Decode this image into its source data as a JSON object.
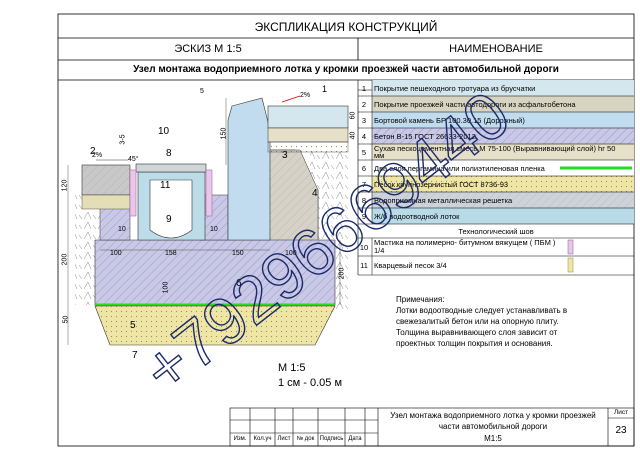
{
  "header": {
    "explication_title": "ЭКСПЛИКАЦИЯ КОНСТРУКЦИЙ",
    "sketch_title": "ЭСКИЗ М 1:5",
    "name_title": "НАИМЕНОВАНИЕ",
    "drawing_title": "Узел монтажа водоприемного лотка у кромки проезжей части автомобильной дороги"
  },
  "legend": [
    {
      "num": "1",
      "label": "Покрытие пешеходного тротуара из брусчатки",
      "color": "#cfe3ea"
    },
    {
      "num": "2",
      "label": "Покрытие проезжей части автодороги из асфальтобетона",
      "color": "#d9d3c0"
    },
    {
      "num": "3",
      "label": "Бортовой камень БР 100.30.15 (Дорожный)",
      "color": "#c9dff0"
    },
    {
      "num": "4",
      "label": "Бетон В-15 ГОСТ 26633-2012",
      "color": "#d2d6e3"
    },
    {
      "num": "5",
      "label": "Сухая пескоцементная смесь М 75-100 (Выравнивающий слой) hг 50 мм",
      "color": "#e8e3cf"
    },
    {
      "num": "6",
      "label": "Два слоя пергамина или полиэтиленовая пленка",
      "color": "#ffffff"
    },
    {
      "num": "7",
      "label": "Песок крупнозернистый ГОСТ 8736-93",
      "color": "#efe6a6"
    },
    {
      "num": "8",
      "label": "Водоприемная металлическая решетка",
      "color": "#cdd3d8"
    },
    {
      "num": "9",
      "label": "Ж/б водоотводной лоток",
      "color": "#b9dbe8"
    }
  ],
  "tech_title": "Технологический шов",
  "tech": [
    {
      "num": "10",
      "label": "Мастика на полимерно- битумном вяжущем ( ПБМ ) 1/4"
    },
    {
      "num": "11",
      "label": "Кварцевый песок 3/4"
    }
  ],
  "notes": {
    "title": "Примечания:",
    "lines": [
      "Лотки водоотводные следует устанавливать в",
      "свежезалитый бетон или на опорную плиту.",
      "Толщина выравнивающего слоя зависит от",
      "проектных толщин покрытия и основания."
    ]
  },
  "scale": {
    "line1": "М 1:5",
    "line2": "1 см - 0.05 м"
  },
  "dims": {
    "d5": "5",
    "d150a": "150",
    "d60": "60",
    "d40": "40",
    "d35": "3-5",
    "d45": "45°",
    "d2a": "2%",
    "d2b": "2%",
    "d120": "120",
    "d200a": "200",
    "d50": "50",
    "d10a": "10",
    "d10b": "10",
    "d100a": "100",
    "d158": "158",
    "d150b": "150",
    "d100b": "100",
    "d100c": "100",
    "d200b": "200"
  },
  "callouts": [
    "1",
    "2",
    "3",
    "4",
    "5",
    "6",
    "7",
    "8",
    "9",
    "10",
    "11"
  ],
  "title_block": {
    "headers": [
      "Изм.",
      "Кол.уч",
      "Лист",
      "№ док",
      "Подпись",
      "Дата"
    ],
    "sheet_label": "Лист",
    "sheet_no": "23",
    "title": "Узел монтажа водоприемного лотка у кромки проезжей части автомобильной дороги",
    "scale": "М1:5"
  },
  "watermark": "+79296669440"
}
